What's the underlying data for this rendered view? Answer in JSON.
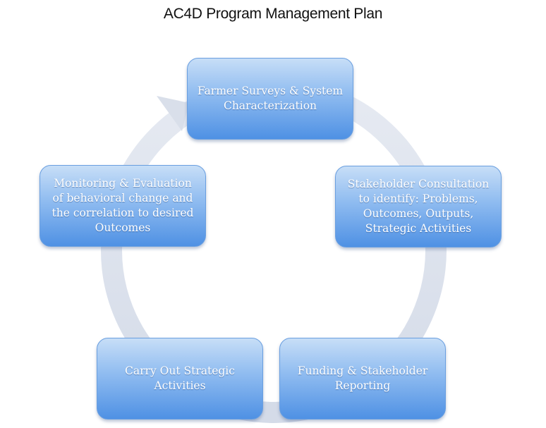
{
  "title": "AC4D Program Management Plan",
  "cycle": {
    "ring_color": "#dde3ee",
    "node_gradient": [
      "#c7def7",
      "#8ebbf0",
      "#4f91e4"
    ],
    "text_color": "#ffffff",
    "nodes": [
      {
        "label": "Farmer Surveys & System Characterization"
      },
      {
        "label": "Stakeholder Consultation to identify:  Problems, Outcomes, Outputs, Strategic Activities"
      },
      {
        "label": "Funding & Stakeholder Reporting"
      },
      {
        "label": "Carry Out Strategic Activities"
      },
      {
        "label": "Monitoring & Evaluation of behavioral change and the correlation to desired Outcomes"
      }
    ]
  }
}
